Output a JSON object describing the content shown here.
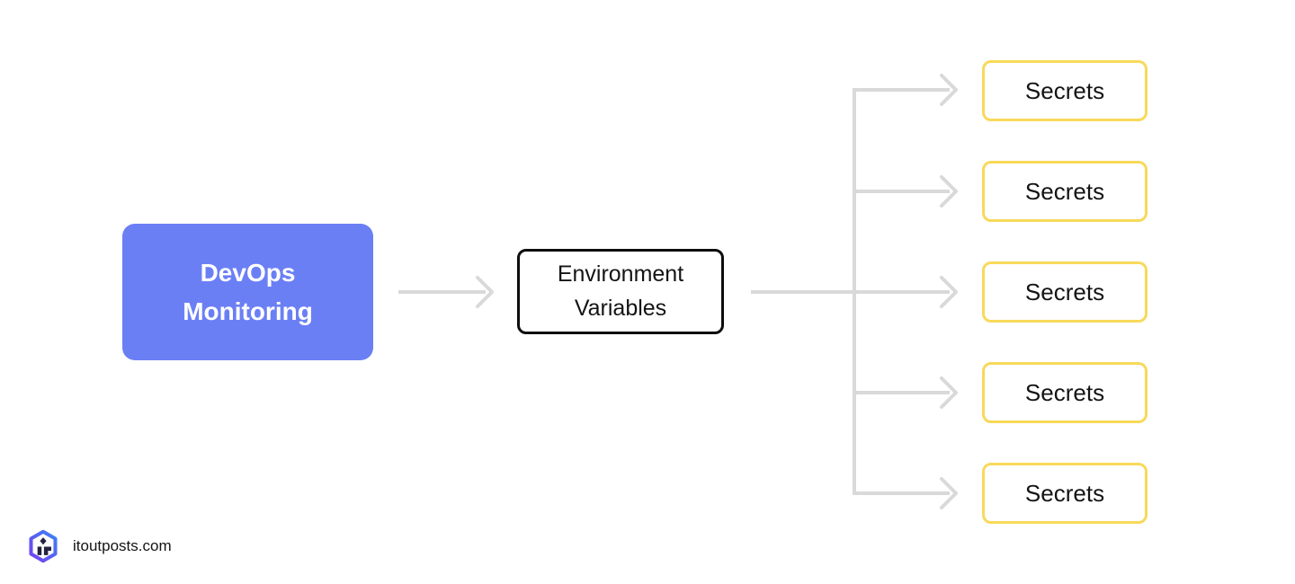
{
  "diagram": {
    "source": {
      "label": "DevOps Monitoring"
    },
    "middle": {
      "label": "Environment Variables"
    },
    "secrets": [
      {
        "label": "Secrets"
      },
      {
        "label": "Secrets"
      },
      {
        "label": "Secrets"
      },
      {
        "label": "Secrets"
      },
      {
        "label": "Secrets"
      }
    ]
  },
  "footer": {
    "brand": "itoutposts.com"
  },
  "colors": {
    "source_fill": "#6B7FF5",
    "middle_border": "#0d0d0d",
    "secrets_border": "#F8D95A",
    "arrow": "#D9D9D9",
    "logo_gradient_start": "#7440F0",
    "logo_gradient_end": "#3C82F6",
    "logo_glyph": "#23233F"
  }
}
